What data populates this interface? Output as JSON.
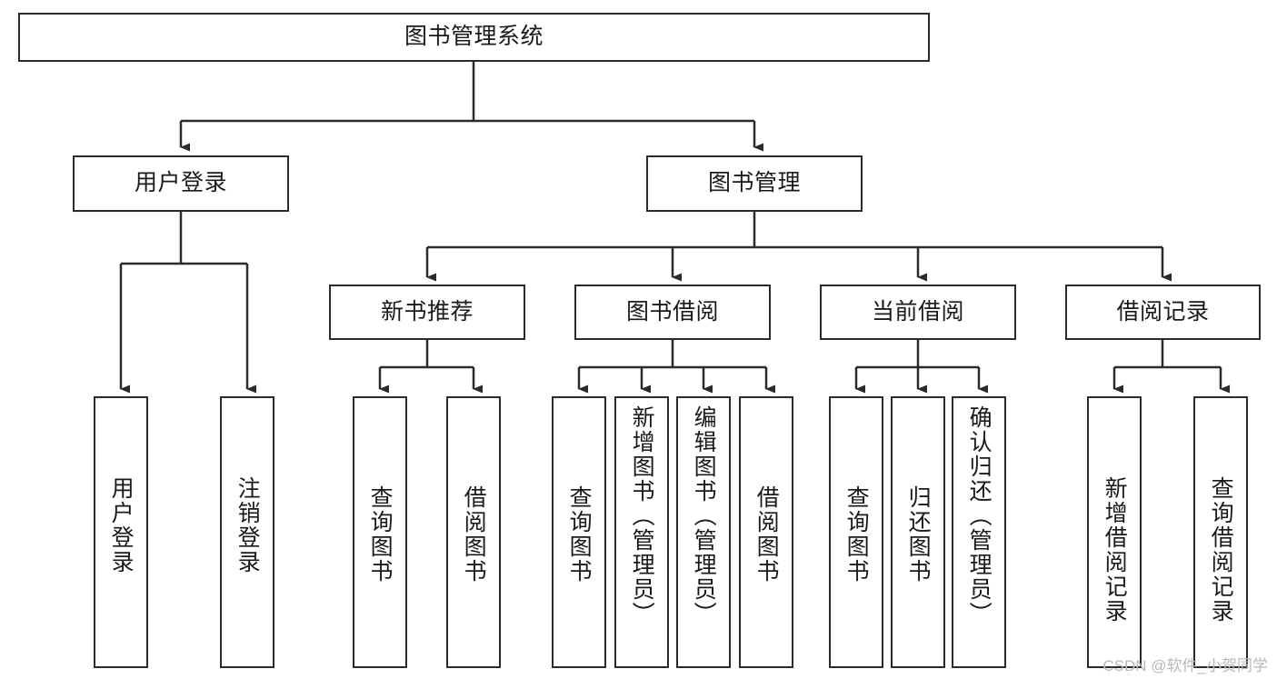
{
  "diagram": {
    "type": "tree-hierarchy-chart",
    "title": "图书管理系统",
    "orientation": "top-down",
    "colors": {
      "stroke": "#2b2b2b",
      "fill": "#ffffff",
      "text": "#1a1a1a",
      "watermark": "#b9b9b9"
    },
    "nodes": {
      "root": {
        "label": "图书管理系统"
      },
      "level2": [
        {
          "id": "user-login",
          "label": "用户登录"
        },
        {
          "id": "book-manage",
          "label": "图书管理"
        }
      ],
      "level3": [
        {
          "id": "new-book-recommend",
          "label": "新书推荐"
        },
        {
          "id": "book-borrow",
          "label": "图书借阅"
        },
        {
          "id": "current-borrow",
          "label": "当前借阅"
        },
        {
          "id": "borrow-record",
          "label": "借阅记录"
        }
      ],
      "leaves": {
        "user-login": [
          {
            "id": "leaf-user-login",
            "label": "用户登录"
          },
          {
            "id": "leaf-logout",
            "label": "注销登录"
          }
        ],
        "new-book-recommend": [
          {
            "id": "leaf-query-book-1",
            "label": "查询图书"
          },
          {
            "id": "leaf-borrow-book-1",
            "label": "借阅图书"
          }
        ],
        "book-borrow": [
          {
            "id": "leaf-query-book-2",
            "label": "查询图书"
          },
          {
            "id": "leaf-add-book",
            "label": "新增图书（管理员）"
          },
          {
            "id": "leaf-edit-book",
            "label": "编辑图书（管理员）"
          },
          {
            "id": "leaf-borrow-book-2",
            "label": "借阅图书"
          }
        ],
        "current-borrow": [
          {
            "id": "leaf-query-book-3",
            "label": "查询图书"
          },
          {
            "id": "leaf-return-book",
            "label": "归还图书"
          },
          {
            "id": "leaf-confirm-return",
            "label": "确认归还（管理员）"
          }
        ],
        "borrow-record": [
          {
            "id": "leaf-add-record",
            "label": "新增借阅记录"
          },
          {
            "id": "leaf-query-record",
            "label": "查询借阅记录"
          }
        ]
      }
    },
    "watermark": "CSDN @软件_小贺同学"
  }
}
